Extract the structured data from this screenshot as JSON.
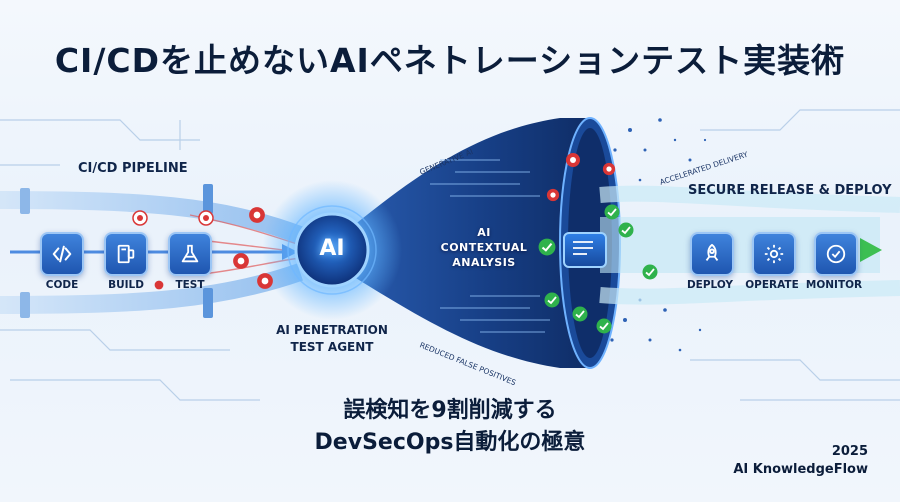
{
  "title": "CI/CDを止めないAIペネトレーションテスト実装術",
  "pipeline": {
    "heading": "CI/CD PIPELINE",
    "stages": [
      {
        "label": "CODE",
        "icon": "code-icon"
      },
      {
        "label": "BUILD",
        "icon": "build-icon"
      },
      {
        "label": "TEST",
        "icon": "flask-icon"
      }
    ]
  },
  "ai_core": {
    "badge": "AI",
    "agent_label_line1": "AI PENETRATION",
    "agent_label_line2": "TEST AGENT",
    "analysis_line1": "AI",
    "analysis_line2": "CONTEXTUAL",
    "analysis_line3": "ANALYSIS",
    "tag_generative": "GENERATIVE AI",
    "tag_reduced": "REDUCED FALSE POSITIVES",
    "tag_accelerated": "ACCELERATED DELIVERY"
  },
  "release": {
    "heading": "SECURE RELEASE & DEPLOY",
    "stages": [
      {
        "label": "DEPLOY",
        "icon": "rocket-icon"
      },
      {
        "label": "OPERATE",
        "icon": "gear-icon"
      },
      {
        "label": "MONITOR",
        "icon": "gauge-icon"
      }
    ]
  },
  "subtitle_line1": "誤検知を9割削減する",
  "subtitle_line2": "DevSecOps自動化の極意",
  "footer": {
    "year": "2025",
    "brand": "AI KnowledgeFlow"
  },
  "colors": {
    "accent": "#1f56b0",
    "glow": "#3aa0ff",
    "threat": "#d93636",
    "ok": "#2fb24c"
  }
}
